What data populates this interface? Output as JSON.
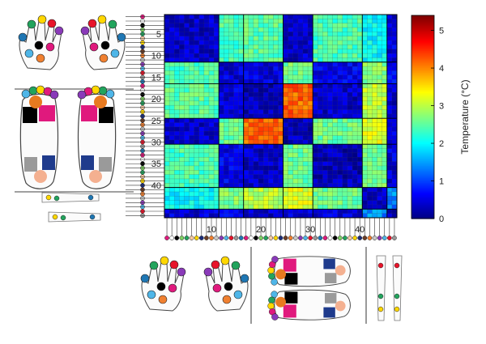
{
  "chart_data": {
    "type": "heatmap",
    "n": 47,
    "x_ticks": [
      "10",
      "20",
      "30",
      "40"
    ],
    "y_ticks": [
      "5",
      "10",
      "15",
      "20",
      "25",
      "30",
      "35",
      "40"
    ],
    "groups": [
      {
        "start": 1,
        "end": 11,
        "region": "hand-left"
      },
      {
        "start": 12,
        "end": 16,
        "region": "hand-right"
      },
      {
        "start": 17,
        "end": 24,
        "region": "foot-left"
      },
      {
        "start": 25,
        "end": 30,
        "region": "foot-right"
      },
      {
        "start": 31,
        "end": 40,
        "region": "hand-back"
      },
      {
        "start": 41,
        "end": 45,
        "region": "leg"
      },
      {
        "start": 46,
        "end": 47,
        "region": "ankle"
      }
    ],
    "block_values": [
      [
        0.4,
        2.4,
        2.5,
        0.4,
        2.4,
        2.0,
        0.5
      ],
      [
        2.4,
        0.5,
        0.5,
        2.6,
        0.6,
        2.7,
        0.6
      ],
      [
        2.5,
        0.5,
        0.3,
        4.2,
        0.4,
        3.0,
        0.4
      ],
      [
        0.4,
        2.6,
        4.2,
        0.3,
        2.6,
        3.2,
        0.5
      ],
      [
        2.4,
        0.6,
        0.4,
        2.6,
        0.3,
        2.6,
        0.5
      ],
      [
        2.0,
        2.7,
        3.0,
        3.2,
        2.6,
        0.4,
        1.4
      ],
      [
        0.5,
        0.6,
        0.4,
        0.5,
        0.5,
        1.4,
        0.3
      ]
    ],
    "colorbar": {
      "label": "Temperature (°C)",
      "min": 0,
      "max": 5.4,
      "ticks": [
        "0",
        "1",
        "2",
        "3",
        "4",
        "5"
      ],
      "colormap": "jet"
    },
    "marker_colors": [
      "#1f77b4",
      "#ffd700",
      "#e8142a",
      "#22a45d",
      "#8a3ab9",
      "#000000",
      "#f08030",
      "#e0197d",
      "#1a2d7a",
      "#999999",
      "#f4c7a1",
      "#4fb6e8",
      "#7fcf63",
      "#c8c8c8",
      "#ffffff",
      "#6b3e26"
    ],
    "region_colors": [
      "#ffffff",
      "#000000",
      "#e0197d",
      "#e87a20",
      "#1f3b8c",
      "#9a9a9a",
      "#f4b090",
      "#a8d68a",
      "#2d4a2a",
      "#6b3e26",
      "#ffd700",
      "#1f77b4",
      "#22a45d",
      "#8a3ab9",
      "#e8142a"
    ]
  }
}
